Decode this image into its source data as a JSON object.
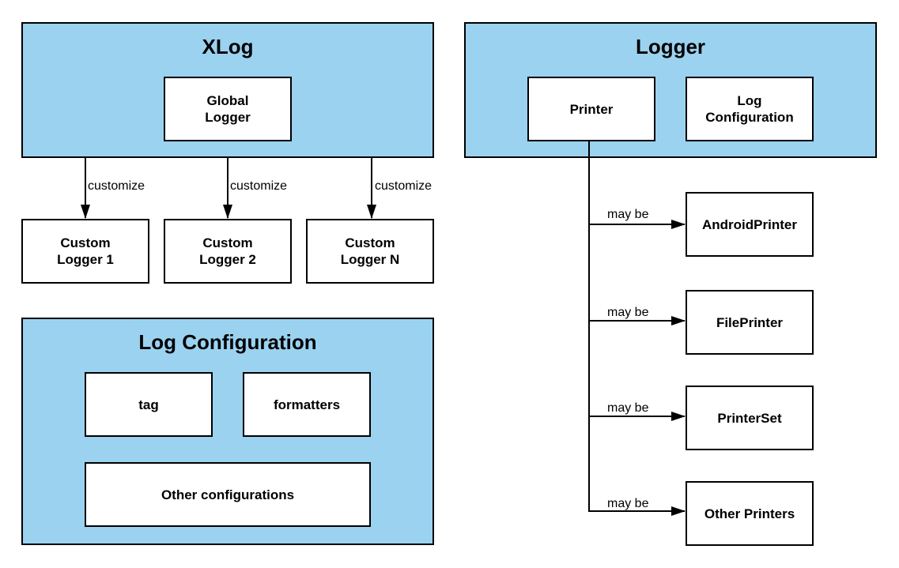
{
  "diagram": {
    "xlog": {
      "title": "XLog",
      "global_logger": "Global\nLogger",
      "custom_loggers": [
        "Custom\nLogger 1",
        "Custom\nLogger 2",
        "Custom\nLogger N"
      ],
      "edge_label": "customize"
    },
    "logger": {
      "title": "Logger",
      "printer": "Printer",
      "log_configuration": "Log\nConfiguration",
      "edge_label": "may be",
      "printers": [
        "AndroidPrinter",
        "FilePrinter",
        "PrinterSet",
        "Other Printers"
      ]
    },
    "log_configuration": {
      "title": "Log Configuration",
      "tag": "tag",
      "formatters": "formatters",
      "other": "Other configurations"
    },
    "colors": {
      "container_fill": "#9bd2f0",
      "box_fill": "#ffffff",
      "stroke": "#000000"
    }
  }
}
